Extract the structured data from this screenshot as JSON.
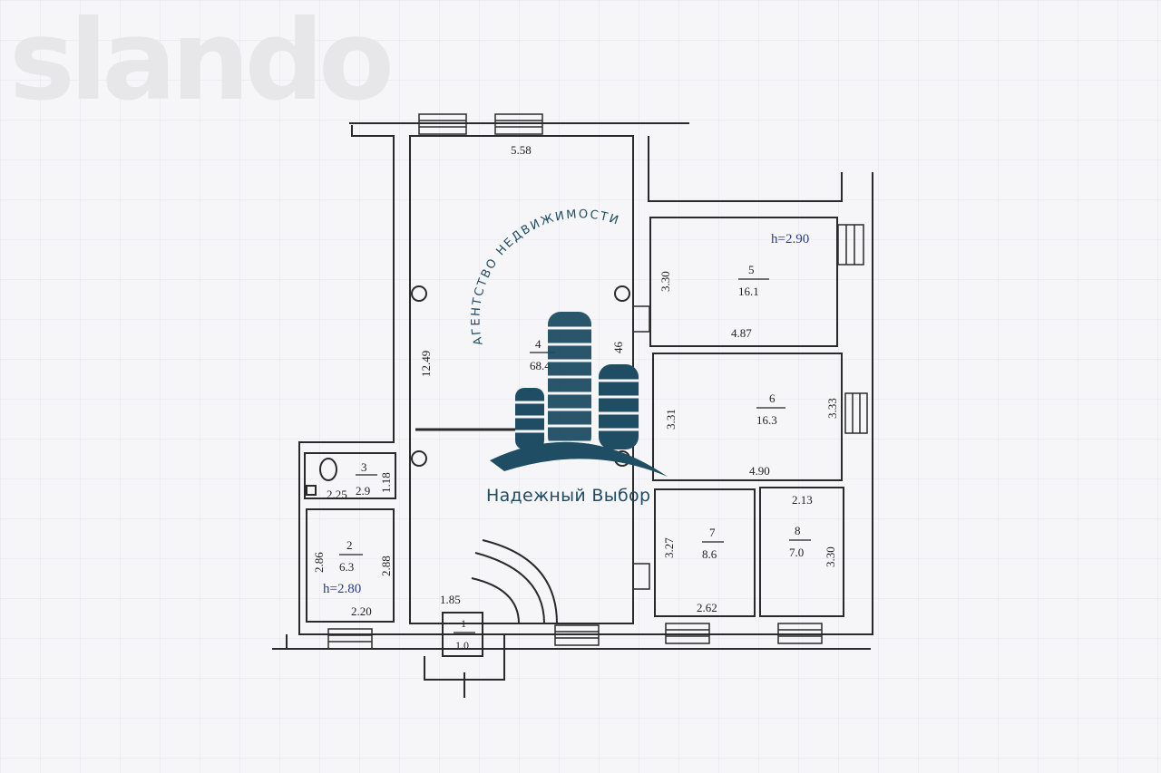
{
  "watermark": "slando",
  "brand": {
    "arc_text": "АГЕНТСТВО НЕДВИЖИМОСТИ",
    "name": "Надежный Выбор",
    "color": "#1f4d63"
  },
  "heights": {
    "main": "h=2.90",
    "left": "h=2.80"
  },
  "rooms": [
    {
      "number": "2",
      "area": "6.3"
    },
    {
      "number": "3",
      "area": "2.9"
    },
    {
      "number": "4",
      "area": "68.4"
    },
    {
      "number": "5",
      "area": "16.1"
    },
    {
      "number": "6",
      "area": "16.3"
    },
    {
      "number": "7",
      "area": "8.6"
    },
    {
      "number": "8",
      "area": "7.0"
    }
  ],
  "dimensions": {
    "hall_width": "5.58",
    "hall_length": "12.49",
    "room5_height": "3.30",
    "room5_width": "4.87",
    "room4_side": "46",
    "room6_left": "3.31",
    "room6_right": "3.33",
    "room6_width": "4.90",
    "room7_height": "3.27",
    "room7_width": "2.62",
    "room8_width": "2.13",
    "room8_height": "3.30",
    "room3_height": "1.18",
    "room3_width": "2.25",
    "room2_left": "2.86",
    "room2_right": "2.88",
    "room2_width": "2.20",
    "entrance_width": "1.85",
    "vestibule": {
      "number": "1",
      "area": "1.0"
    }
  }
}
